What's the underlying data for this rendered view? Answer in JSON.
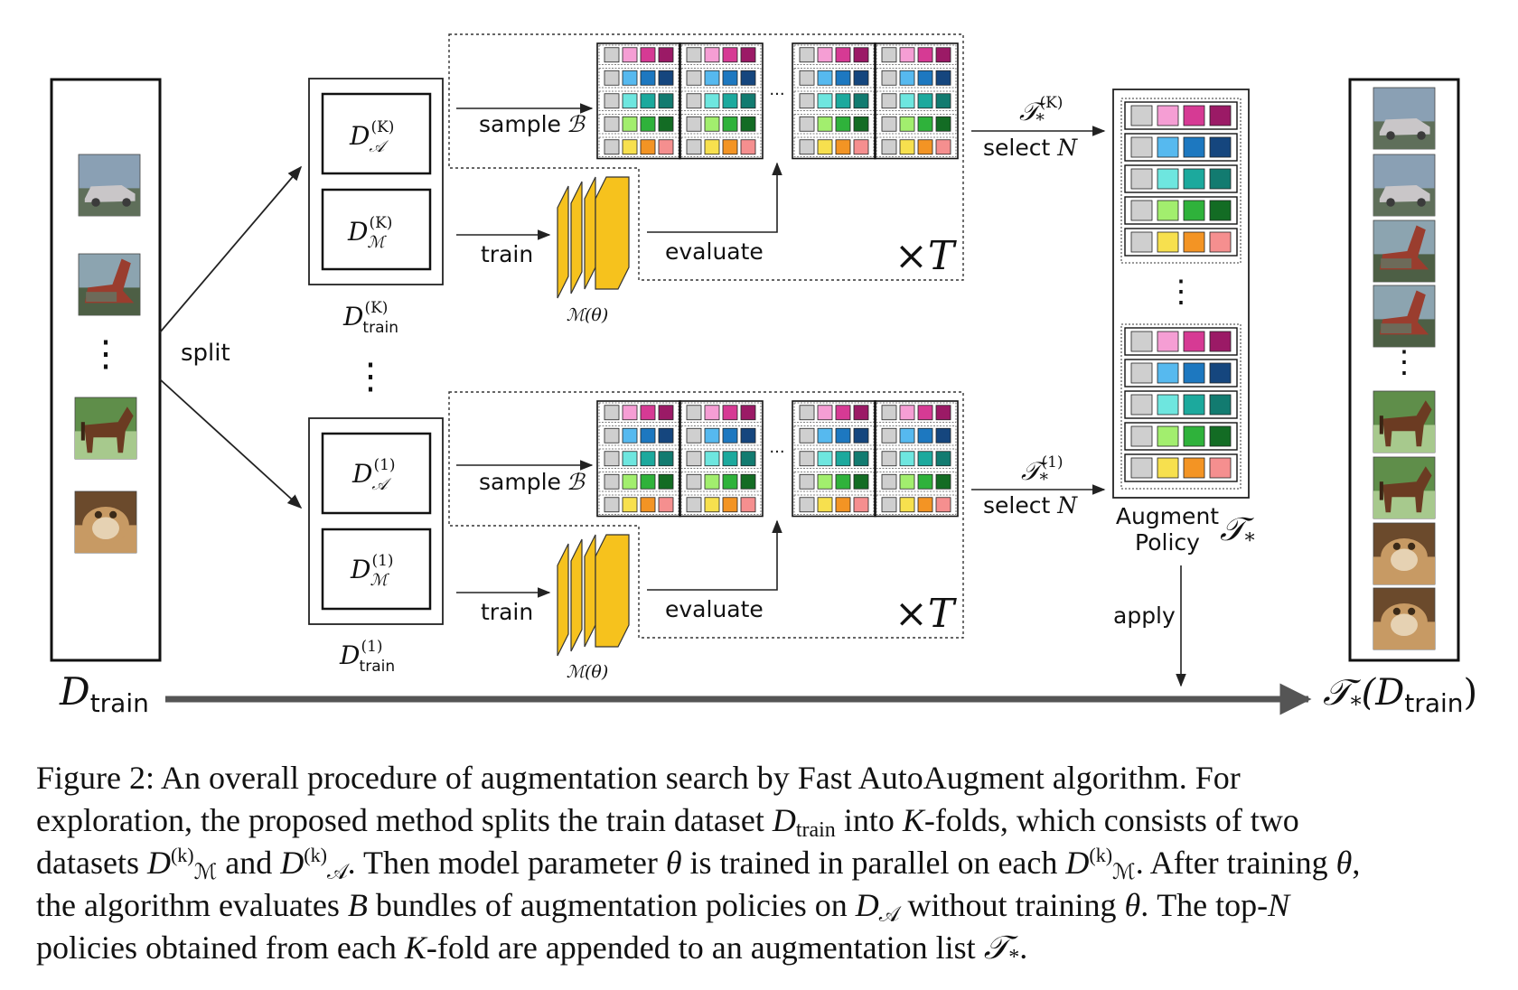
{
  "diagram": {
    "d_train": "D",
    "d_train_sub": "train",
    "split_label": "split",
    "fold_top": {
      "da": "D",
      "da_sub": "𝒜",
      "da_sup": "(K)",
      "dm": "D",
      "dm_sub": "ℳ",
      "dm_sup": "(K)",
      "dtrain": "D",
      "dtrain_sub": "train",
      "dtrain_sup": "(K)",
      "sample_label": "sample",
      "sample_var": "ℬ",
      "train_label": "train",
      "model_label": "ℳ(θ)",
      "evaluate_label": "evaluate",
      "times_label": "×T",
      "tau": "𝒯",
      "tau_sub": "*",
      "tau_sup": "(K)",
      "select_label": "select",
      "select_var": "N"
    },
    "fold_bottom": {
      "da": "D",
      "da_sub": "𝒜",
      "da_sup": "(1)",
      "dm": "D",
      "dm_sub": "ℳ",
      "dm_sup": "(1)",
      "dtrain": "D",
      "dtrain_sub": "train",
      "dtrain_sup": "(1)",
      "sample_label": "sample",
      "sample_var": "ℬ",
      "train_label": "train",
      "model_label": "ℳ(θ)",
      "evaluate_label": "evaluate",
      "times_label": "×T",
      "tau": "𝒯",
      "tau_sub": "*",
      "tau_sup": "(1)",
      "select_label": "select",
      "select_var": "N"
    },
    "ellipsis": "⋮",
    "hdots": "···",
    "augment_line1": "Augment",
    "augment_line2": "Policy",
    "augment_tau": "𝒯",
    "augment_tau_sub": "*",
    "apply_label": "apply",
    "output_label": "𝒯",
    "output_sub": "*",
    "output_paren_open": "(D",
    "output_paren_sub": "train",
    "output_paren_close": ")",
    "policy_colors": [
      [
        "#cfcfcf",
        "#f59ed4",
        "#d63a94",
        "#9b1a66"
      ],
      [
        "#cfcfcf",
        "#56b9ef",
        "#1d78c0",
        "#15467e"
      ],
      [
        "#cfcfcf",
        "#6ee6df",
        "#1ca99d",
        "#127b70"
      ],
      [
        "#cfcfcf",
        "#a2ee6e",
        "#2fb23b",
        "#136c24"
      ],
      [
        "#cfcfcf",
        "#f7e04e",
        "#f39424",
        "#f58f8f"
      ]
    ],
    "thumbnails": {
      "input": [
        "car",
        "truck",
        "horse",
        "frog"
      ],
      "output": [
        "car",
        "car",
        "truck",
        "truck",
        "horse",
        "horse",
        "frog",
        "frog"
      ]
    }
  },
  "caption": {
    "line1": "Figure 2:  An overall procedure of augmentation search by Fast AutoAugment algorithm.  For",
    "line2_a": "exploration, the proposed method splits the train dataset ",
    "line2_d": "D",
    "line2_sub": "train",
    "line2_b": " into ",
    "line2_k": "K",
    "line2_c": "-folds, which consists of two",
    "line3_a": "datasets ",
    "line3_m1": "D",
    "line3_m1_sup": "(k)",
    "line3_m1_sub": "ℳ",
    "line3_b": " and ",
    "line3_a1": "D",
    "line3_a1_sup": "(k)",
    "line3_a1_sub": "𝒜",
    "line3_c": ". Then model parameter ",
    "line3_theta": "θ",
    "line3_d": " is trained in parallel on each ",
    "line3_m2": "D",
    "line3_m2_sup": "(k)",
    "line3_m2_sub": "ℳ",
    "line3_e": ". After training ",
    "line3_theta2": "θ",
    "line3_f": ",",
    "line4_a": "the algorithm evaluates ",
    "line4_b_var": "B",
    "line4_b": " bundles of augmentation policies on ",
    "line4_d": "D",
    "line4_dsub": "𝒜",
    "line4_c": " without training ",
    "line4_theta": "θ",
    "line4_e": ". The top-",
    "line4_n": "N",
    "line5_a": "policies obtained from each ",
    "line5_k": "K",
    "line5_b": "-fold are appended to an augmentation list ",
    "line5_tau": "𝒯",
    "line5_tau_sub": "*",
    "line5_c": "."
  }
}
